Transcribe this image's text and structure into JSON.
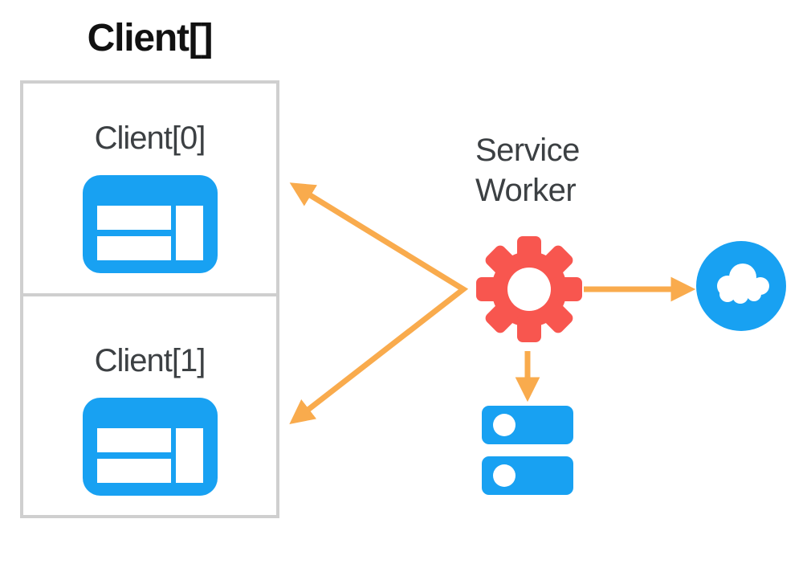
{
  "colors": {
    "accent_blue": "#18A1F2",
    "accent_red": "#F8564F",
    "arrow_orange": "#F9AB4D",
    "box_border_gray": "#CFCFCF",
    "label_gray": "#3C4043",
    "title_black": "#111111",
    "background": "#FFFFFF"
  },
  "client_group": {
    "title": "Client[]",
    "clients": [
      {
        "label": "Client[0]",
        "icon": "browser-window-icon"
      },
      {
        "label": "Client[1]",
        "icon": "browser-window-icon"
      }
    ]
  },
  "service_worker": {
    "label_line1": "Service",
    "label_line2": "Worker",
    "icon": "gear-icon"
  },
  "network": {
    "icon": "cloud-icon"
  },
  "storage": {
    "icon": "database-icon"
  },
  "connections": [
    {
      "from": "service-worker",
      "to": "client-0",
      "arrowhead_at": "client-0"
    },
    {
      "from": "service-worker",
      "to": "client-1",
      "arrowhead_at": "client-1"
    },
    {
      "from": "service-worker",
      "to": "network-cloud",
      "arrowhead_at": "network-cloud"
    },
    {
      "from": "service-worker",
      "to": "storage",
      "arrowhead_at": "storage"
    }
  ]
}
